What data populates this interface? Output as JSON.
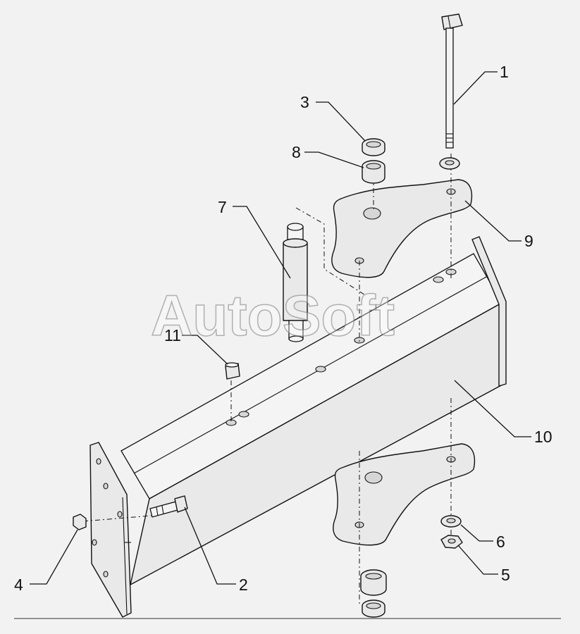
{
  "watermark": "AutoSoft",
  "callouts": {
    "c1": "1",
    "c2": "2",
    "c3": "3",
    "c4": "4",
    "c5": "5",
    "c6": "6",
    "c7": "7",
    "c8": "8",
    "c9": "9",
    "c10": "10",
    "c11": "11"
  },
  "colors": {
    "line": "#111111",
    "background": "#f2f2f2",
    "part_fill": "#e9e9e9"
  }
}
